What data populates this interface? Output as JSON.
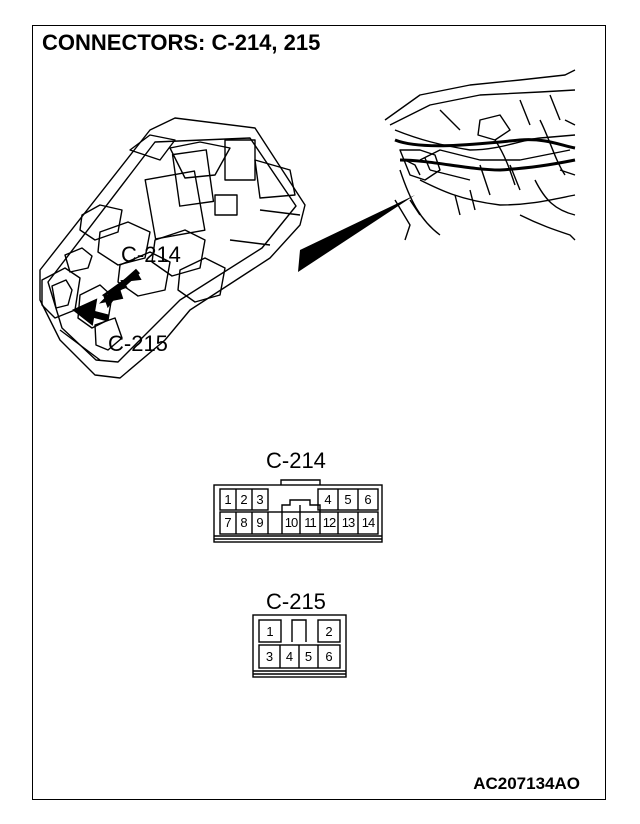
{
  "title": "CONNECTORS: C-214, 215",
  "figure_code": "AC207134AO",
  "callouts": {
    "c214": "C-214",
    "c215": "C-215"
  },
  "connector_c214": {
    "name": "C-214",
    "row1": [
      "1",
      "2",
      "3",
      "4",
      "5",
      "6"
    ],
    "row2": [
      "7",
      "8",
      "9",
      "10",
      "11",
      "12",
      "13",
      "14"
    ]
  },
  "connector_c215": {
    "name": "C-215",
    "row1": [
      "1",
      "2"
    ],
    "row2": [
      "3",
      "4",
      "5",
      "6"
    ]
  }
}
